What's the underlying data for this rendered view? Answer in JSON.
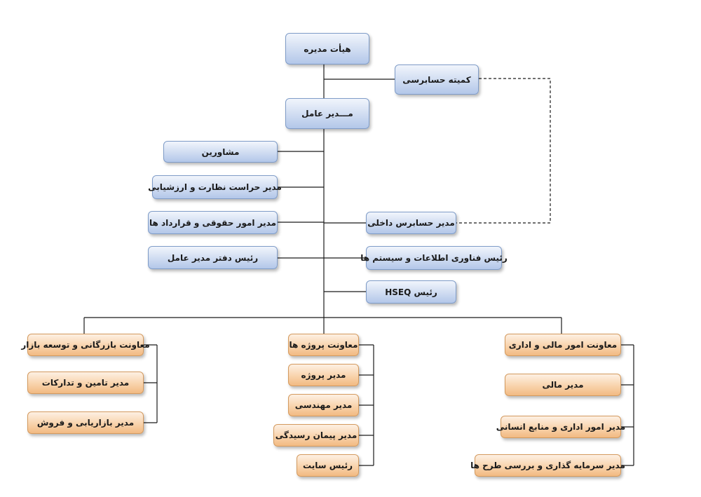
{
  "org_chart": {
    "board": "هیأت مدیره",
    "audit_committee": "کمیته حسابرسی",
    "ceo": "مـــدیر عامل",
    "advisors": "مشاورین",
    "security_manager": "مدیر حراست نظارت و ارزشیابی",
    "legal_manager": "مدیر امور حقوقی و قرارداد ها",
    "ceo_office_head": "رئیس دفتر مدیر عامل",
    "internal_audit_manager": "مدیر حسابرس داخلی",
    "it_head": "رئیس فناوری اطلاعات و سیستم ها",
    "hseq_head": "رئیس HSEQ",
    "commercial": {
      "deputy": "معاونت بازرگانی و توسعه بازار",
      "units": [
        "مدیر تامین و تدارکات",
        "مدیر بازاریابی و فروش"
      ]
    },
    "projects": {
      "deputy": "معاونت پروژه ها",
      "units": [
        "مدیر پروژه",
        "مدیر مهندسی",
        "مدیر پیمان رسیدگی",
        "رئیس سایت"
      ]
    },
    "finance": {
      "deputy": "معاونت امور مالی و اداری",
      "units": [
        "مدیر مالی",
        "مدیر امور اداری و منابع انسانی",
        "مدیر سرمایه گذاری و بررسی طرح ها"
      ]
    }
  },
  "colors": {
    "executive_box": "#c6d6ef",
    "division_box": "#f6c99a",
    "connector": "#1a1a1a"
  }
}
